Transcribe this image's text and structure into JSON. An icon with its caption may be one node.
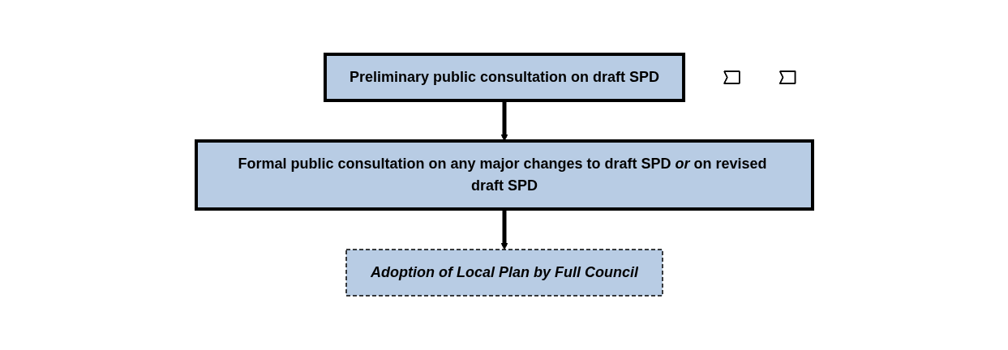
{
  "diagram": {
    "nodes": [
      {
        "text": [
          "Preliminary public consultation on draft SPD"
        ]
      },
      {
        "text": [
          "Formal public consultation on any major changes to draft SPD *or* on revised draft SPD"
        ]
      },
      {
        "text": [
          "Adoption of Local Plan by Full Council"
        ]
      },
      {
        "text": [],
        "shape": "chevron"
      },
      {
        "text": [],
        "shape": "chevron"
      }
    ],
    "edges": [
      {
        "from": 0,
        "to": 1,
        "arrow": "to"
      },
      {
        "from": 1,
        "to": 2,
        "arrow": "to"
      }
    ]
  }
}
